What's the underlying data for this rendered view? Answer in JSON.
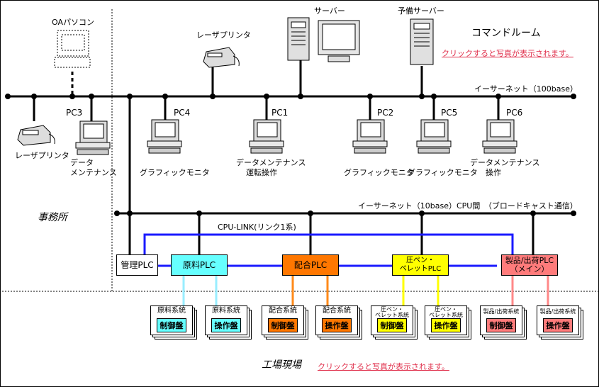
{
  "title_area": "コマンドルーム",
  "click_hint": "クリックすると写真が表示されます。",
  "office": "事務所",
  "factory": "工場現場",
  "net_100": "イーサーネット（100base）",
  "net_10": "イーサーネット（10base）CPU間　（ブロードキャスト通信）",
  "cpu_link": "CPU-LINK(リンク1系)",
  "devices": {
    "oa_pc": "OAパソコン",
    "printer_top": "レーザプリンタ",
    "server": "サーバー",
    "backup_server": "予備サーバー",
    "printer_left": "レーザプリンタ",
    "pc3": "PC3",
    "pc3_desc": [
      "データ",
      "メンテナンス"
    ],
    "pc4": "PC4",
    "pc4_desc": "グラフィックモニタ",
    "pc1": "PC1",
    "pc1_desc": [
      "データメンテナンス",
      "運転操作"
    ],
    "pc2": "PC2",
    "pc2_desc": "グラフィックモニタ",
    "pc5": "PC5",
    "pc5_desc": "グラフィックモニタ",
    "pc6": "PC6",
    "pc6_desc": [
      "データメンテナンス",
      "操作"
    ]
  },
  "plcs": {
    "kanri": "管理PLC",
    "genryo": "原料PLC",
    "haigo": "配合PLC",
    "asshin_1": "圧ペン・",
    "asshin_2": "ペレットPLC",
    "seihin_1": "製品/出荷PLC",
    "seihin_2": "（メイン）"
  },
  "panels": {
    "p1_title": "原料系統",
    "p1_btn": "制御盤",
    "p2_title": "原料系統",
    "p2_btn": "操作盤",
    "p3_title": "配合系統",
    "p3_btn": "制御盤",
    "p4_title": "配合系統",
    "p4_btn": "操作盤",
    "p5_title_1": "圧ペン・",
    "p5_title_2": "ペレット系統",
    "p5_btn": "制御盤",
    "p6_title_1": "圧ペン・",
    "p6_title_2": "ペレット系統",
    "p6_btn": "操作盤",
    "p7_title": "製品/出荷系統",
    "p7_btn": "制御盤",
    "p8_title": "製品/出荷系統",
    "p8_btn": "操作盤"
  },
  "colors": {
    "genryo": "#66ffff",
    "haigo": "#ff7700",
    "asshin": "#ffff00",
    "seihin": "#ff7b7b",
    "cpulink": "#1a1aff",
    "link_text": "#e0304c"
  }
}
